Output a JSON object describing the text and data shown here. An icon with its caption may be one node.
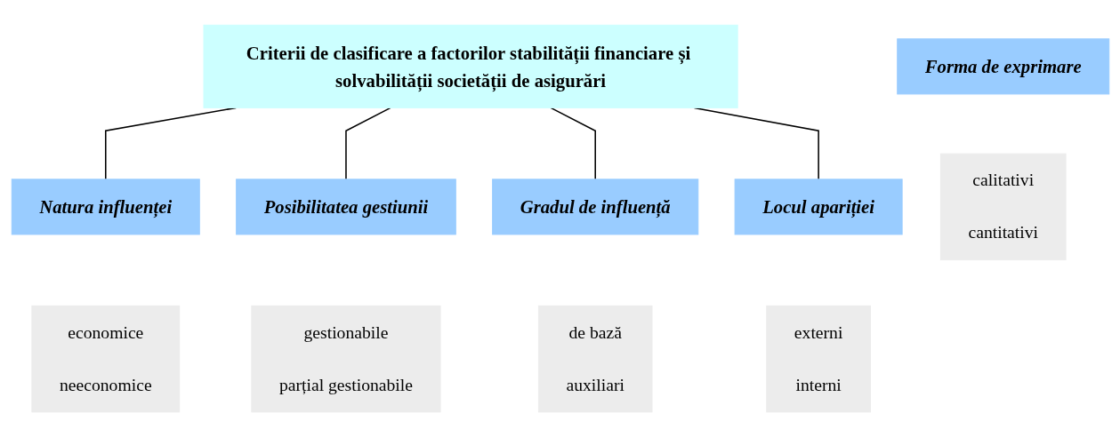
{
  "diagram": {
    "nodes": [
      {
        "text": [
          "Criterii de clasificare a factorilor stabilității financiare și solvabilității societății de asigurări"
        ]
      },
      {
        "text": [
          "Natura influenței"
        ]
      },
      {
        "text": [
          "Posibilitatea gestiunii"
        ]
      },
      {
        "text": [
          "Gradul de influență"
        ]
      },
      {
        "text": [
          "Locul apariției"
        ]
      },
      {
        "text": [
          "Forma de exprimare"
        ]
      },
      {
        "text": [
          "economice",
          "neeconomice"
        ]
      },
      {
        "text": [
          "gestionabile",
          "parțial gestionabile"
        ]
      },
      {
        "text": [
          "de bază",
          "auxiliari"
        ]
      },
      {
        "text": [
          "externi",
          "interni"
        ]
      },
      {
        "text": [
          "calitativi",
          "cantitativi"
        ]
      }
    ],
    "edges": [
      {
        "from": 0,
        "to": 1,
        "arrow": "none"
      },
      {
        "from": 0,
        "to": 2,
        "arrow": "none"
      },
      {
        "from": 0,
        "to": 3,
        "arrow": "none"
      },
      {
        "from": 0,
        "to": 4,
        "arrow": "none"
      }
    ]
  }
}
